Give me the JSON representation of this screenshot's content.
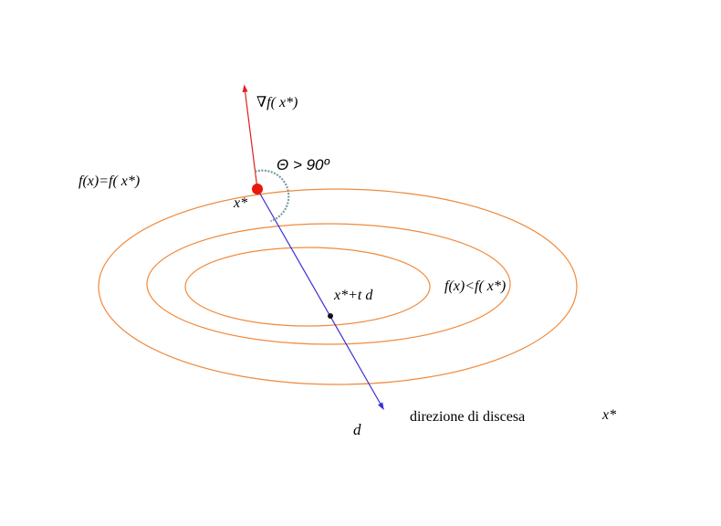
{
  "labels": {
    "gradient": "∇f( x*)",
    "angle": "Θ > 90º",
    "level_set_equal": "f(x)=f( x*)",
    "point_xstar": "x*",
    "point_step": "x*+t d",
    "level_set_less": "f(x)<f( x*)",
    "direction_d": "d",
    "descent_direction": "direzione di discesa",
    "xstar_right": "x*"
  },
  "colors": {
    "contour": "#f08a3c",
    "gradient_arrow": "#e0201c",
    "direction_arrow": "#3a2fd8",
    "point": "#e8180c",
    "angle_arc": "#7a9aa0"
  }
}
